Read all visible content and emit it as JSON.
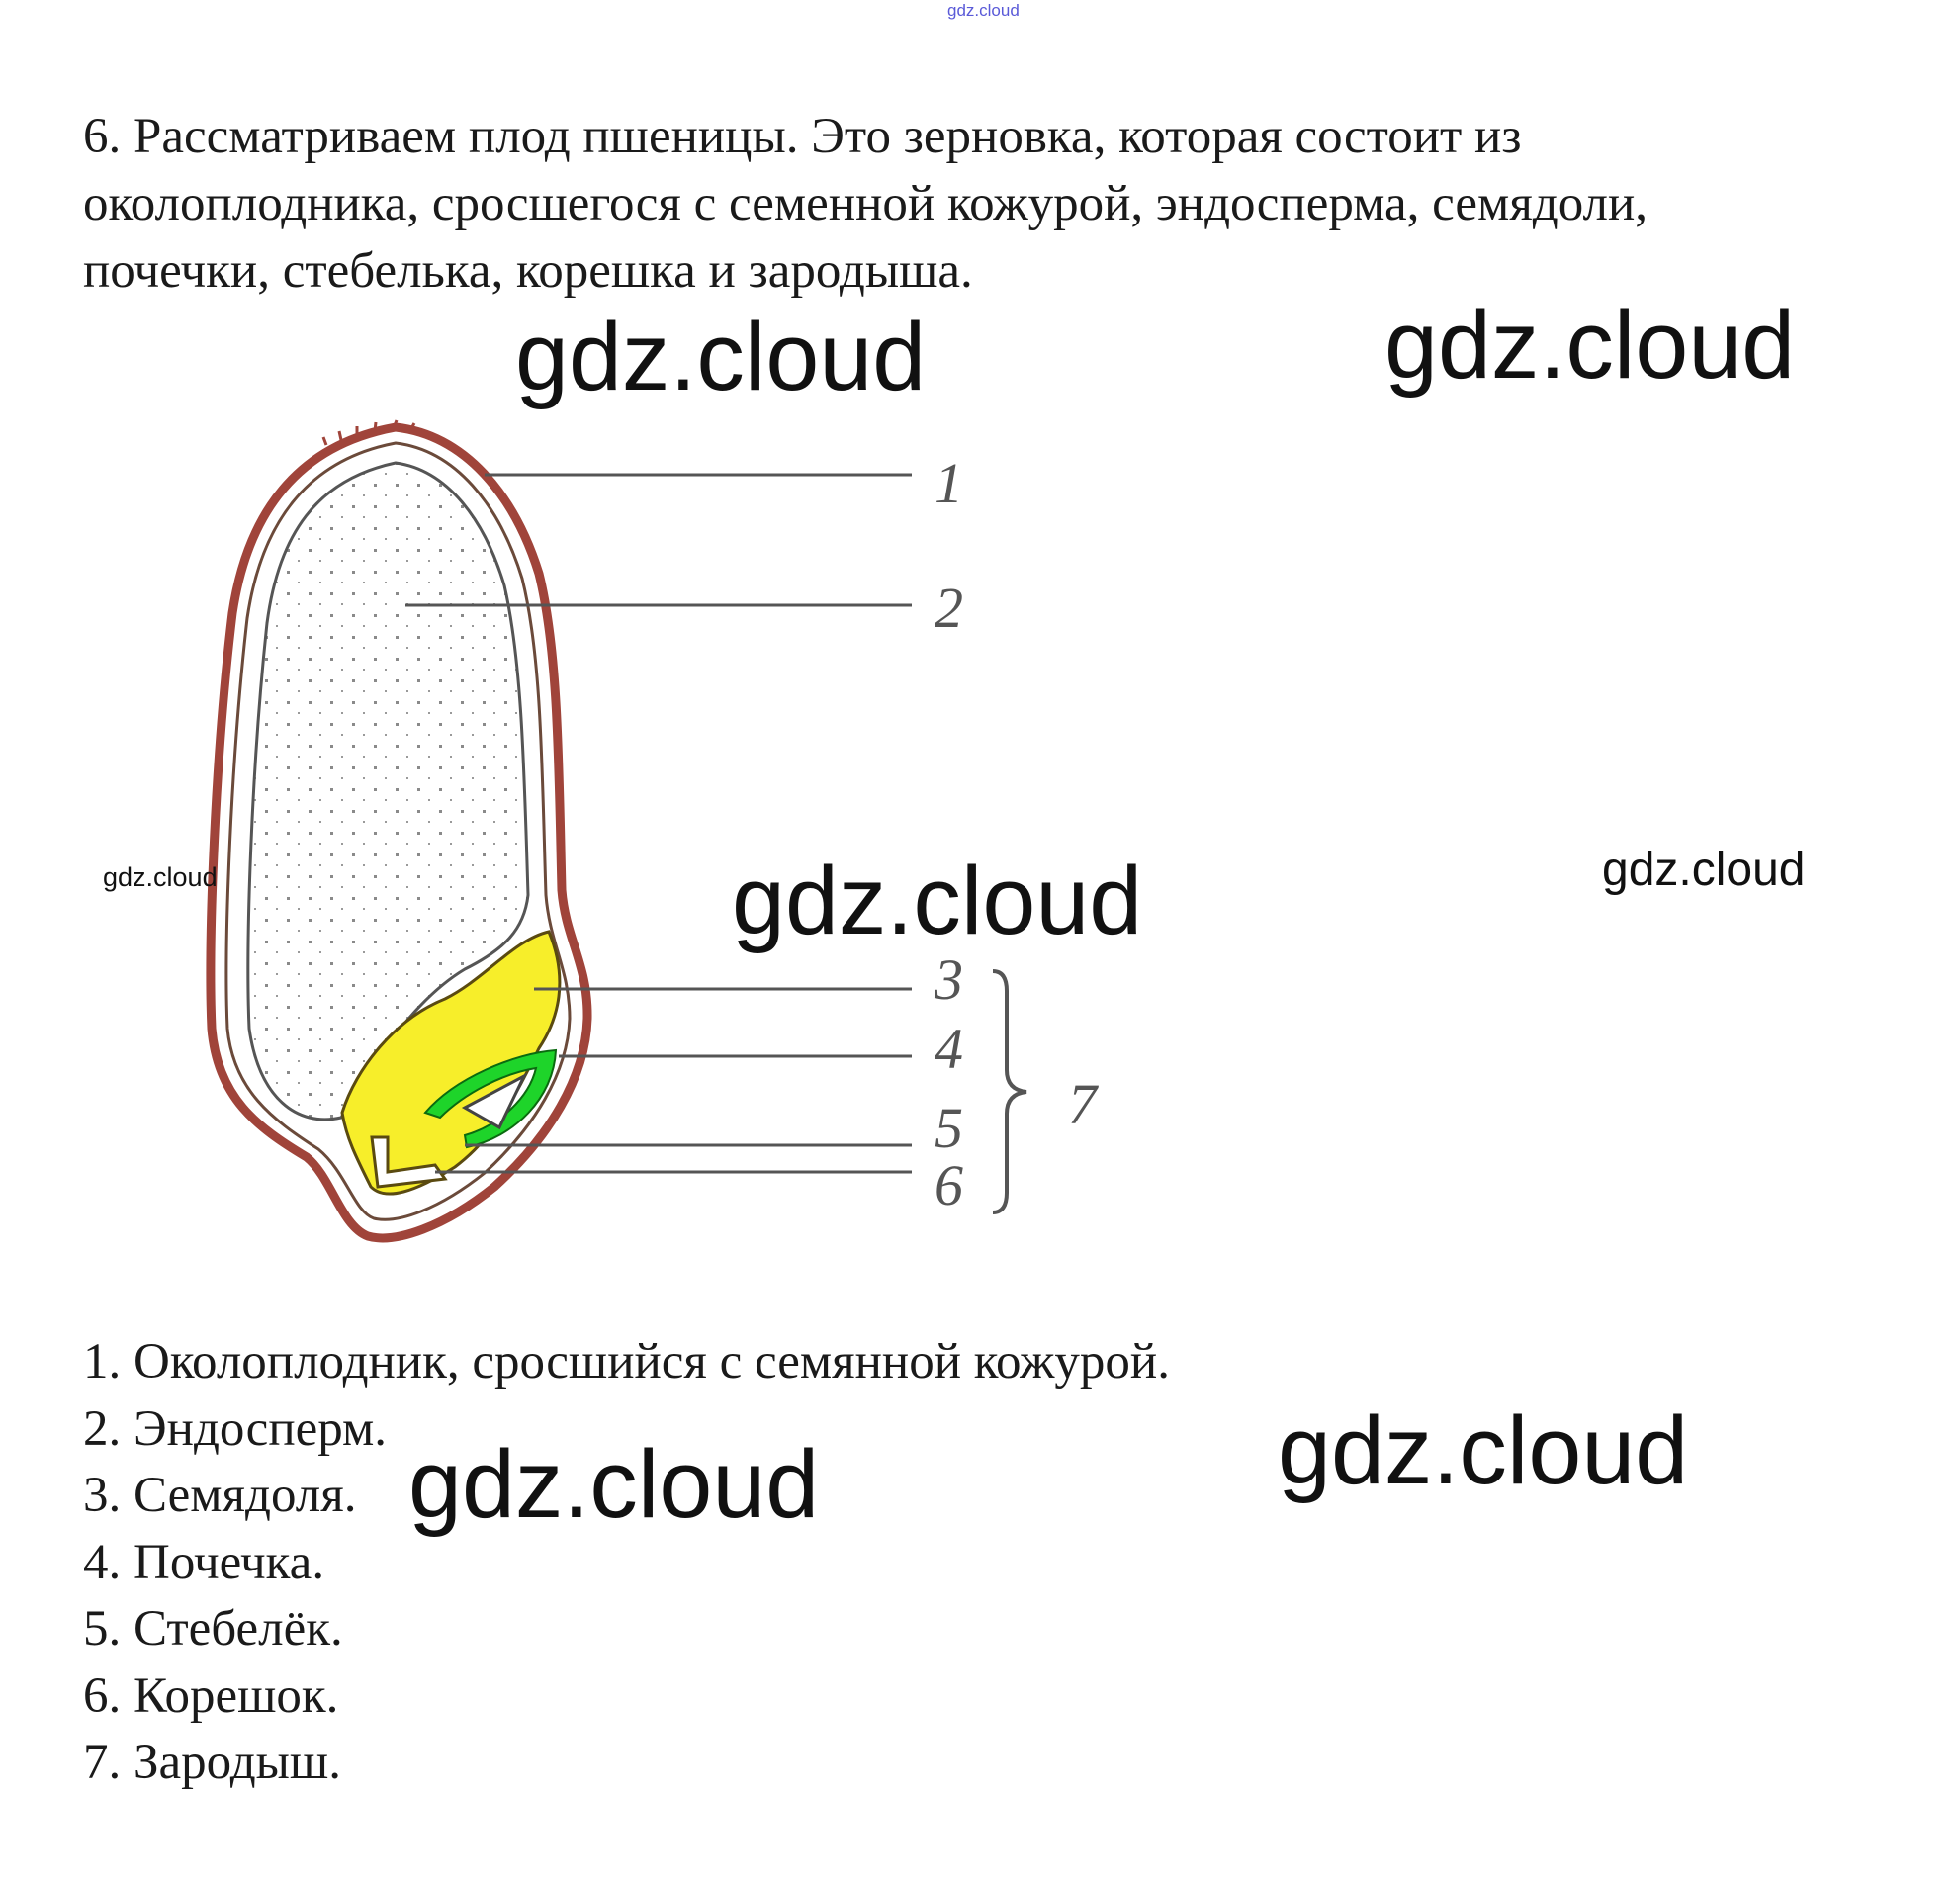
{
  "watermarks": {
    "top": "gdz.cloud",
    "w1": "gdz.cloud",
    "w2": "gdz.cloud",
    "w3": "gdz.cloud",
    "w4": "gdz.cloud",
    "w5": "gdz.cloud",
    "w6": "gdz.cloud",
    "w7": "gdz.cloud"
  },
  "paragraph": {
    "lines": [
      "6. Рассматриваем плод пшеницы. Это зерновка, которая состоит из",
      "околоплодника, сросшегося с семенной кожурой, эндосперма, семядоли,",
      "почечки, стебелька, корешка и зародыша."
    ]
  },
  "diagram": {
    "labels": [
      "1",
      "2",
      "3",
      "4",
      "5",
      "6",
      "7"
    ],
    "colors": {
      "outline": "#a0443a",
      "cotyledon": "#f7ee2a",
      "bud": "#1ed42a",
      "endosperm_dots": "#888888"
    }
  },
  "legend": [
    "1. Околоплодник, сросшийся с семянной кожурой.",
    "2. Эндосперм.",
    "3. Семядоля.",
    "4. Почечка.",
    "5. Стебелёк.",
    "6. Корешок.",
    "7. Зародыш."
  ]
}
